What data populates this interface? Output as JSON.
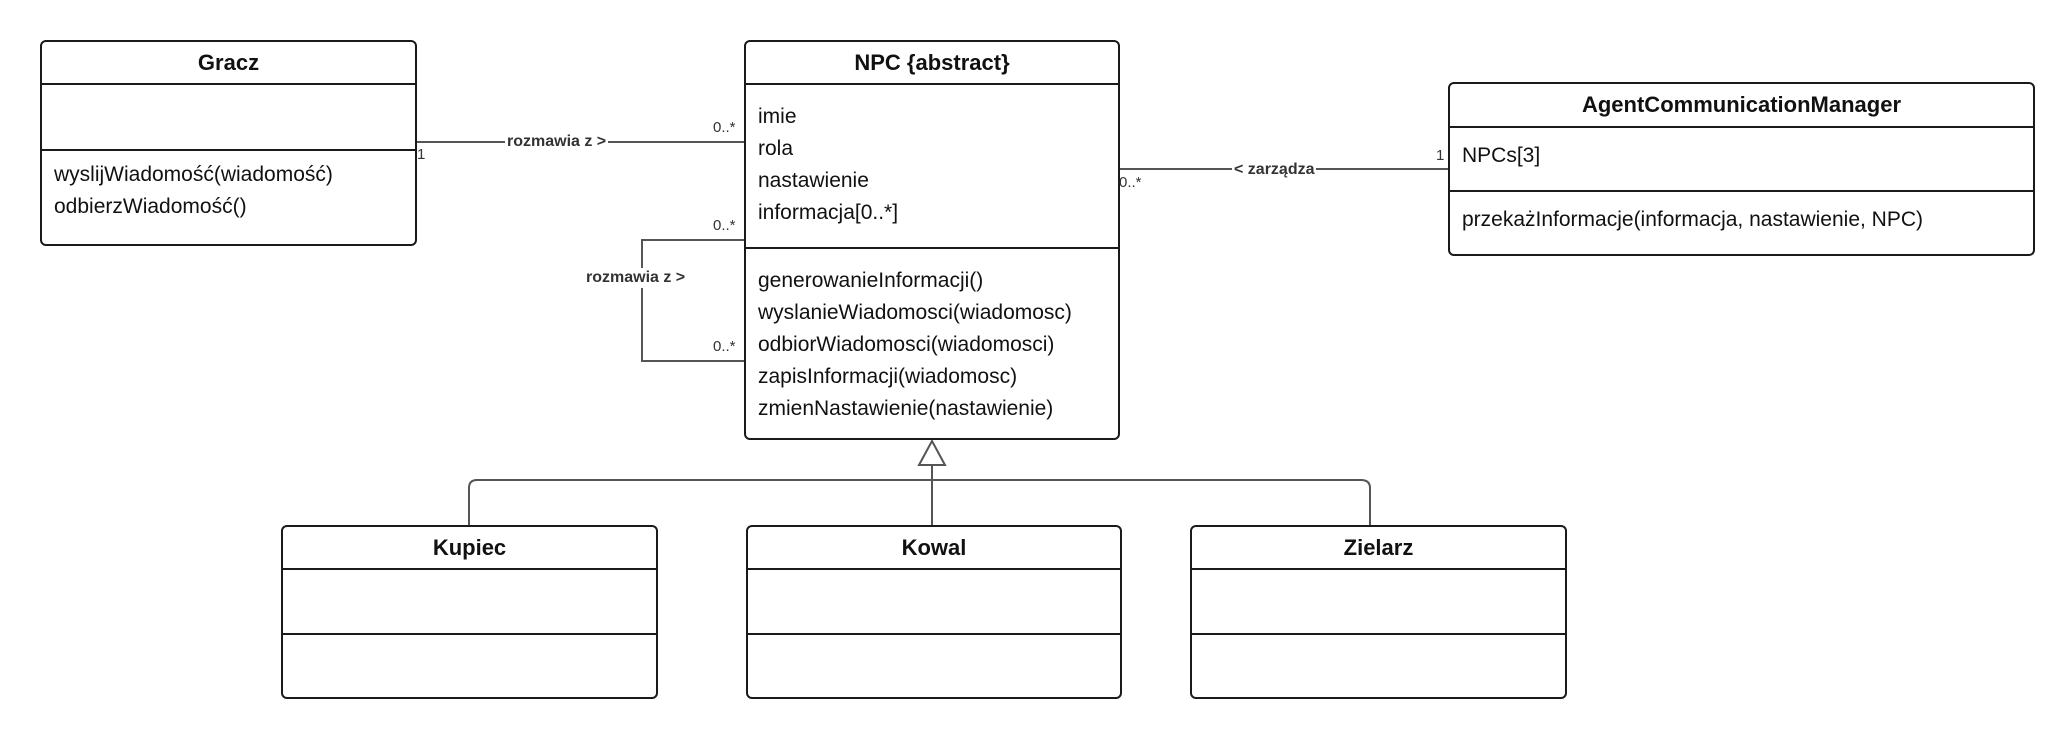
{
  "classes": {
    "gracz": {
      "name": "Gracz",
      "attributes": [],
      "operations": [
        "wyslijWiadomość(wiadomość)",
        "odbierzWiadomość()"
      ]
    },
    "npc": {
      "name": "NPC {abstract}",
      "attributes": [
        "imie",
        "rola",
        "nastawienie",
        "informacja[0..*]"
      ],
      "operations": [
        "generowanieInformacji()",
        "wyslanieWiadomosci(wiadomosc)",
        "odbiorWiadomosci(wiadomosci)",
        "zapisInformacji(wiadomosc)",
        "zmienNastawienie(nastawienie)"
      ]
    },
    "acm": {
      "name": "AgentCommunicationManager",
      "attributes": [
        "NPCs[3]"
      ],
      "operations": [
        "przekażInformacje(informacja, nastawienie, NPC)"
      ]
    },
    "kupiec": {
      "name": "Kupiec",
      "attributes": [],
      "operations": []
    },
    "kowal": {
      "name": "Kowal",
      "attributes": [],
      "operations": []
    },
    "zielarz": {
      "name": "Zielarz",
      "attributes": [],
      "operations": []
    }
  },
  "relations": {
    "gracz_npc": {
      "label": "rozmawia z >",
      "mult_source": "1",
      "mult_target": "0..*"
    },
    "npc_self": {
      "label": "rozmawia z >",
      "mult_source": "0..*",
      "mult_target": "0..*"
    },
    "acm_npc": {
      "label": "< zarządza",
      "mult_npc": "0..*",
      "mult_acm": "1"
    },
    "generalization": {
      "type": "inheritance",
      "parent": "NPC {abstract}",
      "children": [
        "Kupiec",
        "Kowal",
        "Zielarz"
      ]
    }
  },
  "colors": {
    "border": "#1a1a1a",
    "connector": "#555555",
    "label": "#333333",
    "background": "#ffffff"
  }
}
